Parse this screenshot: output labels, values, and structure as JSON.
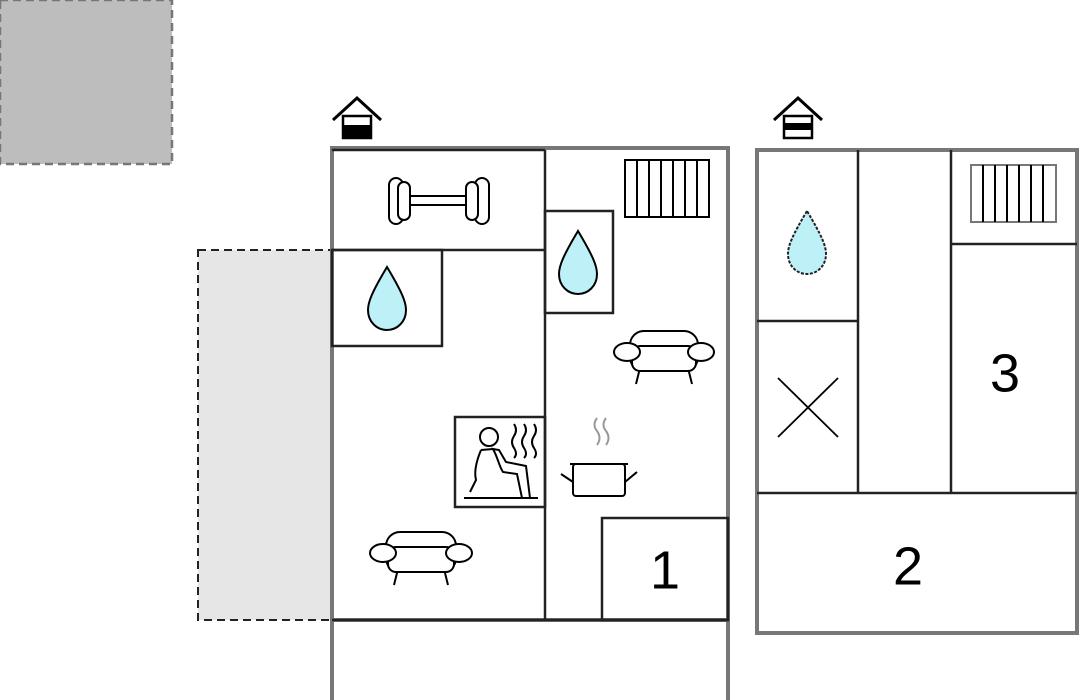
{
  "floor_plan": {
    "rooms": [
      {
        "number": "1"
      },
      {
        "number": "2"
      },
      {
        "number": "3"
      }
    ],
    "icons": [
      "entrance-icon",
      "gym-dumbbell-icon",
      "shower-drop-icon",
      "radiator-icon",
      "sofa-icon",
      "sauna-icon",
      "kitchen-pot-icon",
      "void-cross-icon"
    ],
    "colors": {
      "wall": "#777777",
      "inner_wall": "#222222",
      "terrace": "#e6e6e6",
      "shed": "#bdbdbd",
      "water": "#bdf0f7"
    }
  }
}
